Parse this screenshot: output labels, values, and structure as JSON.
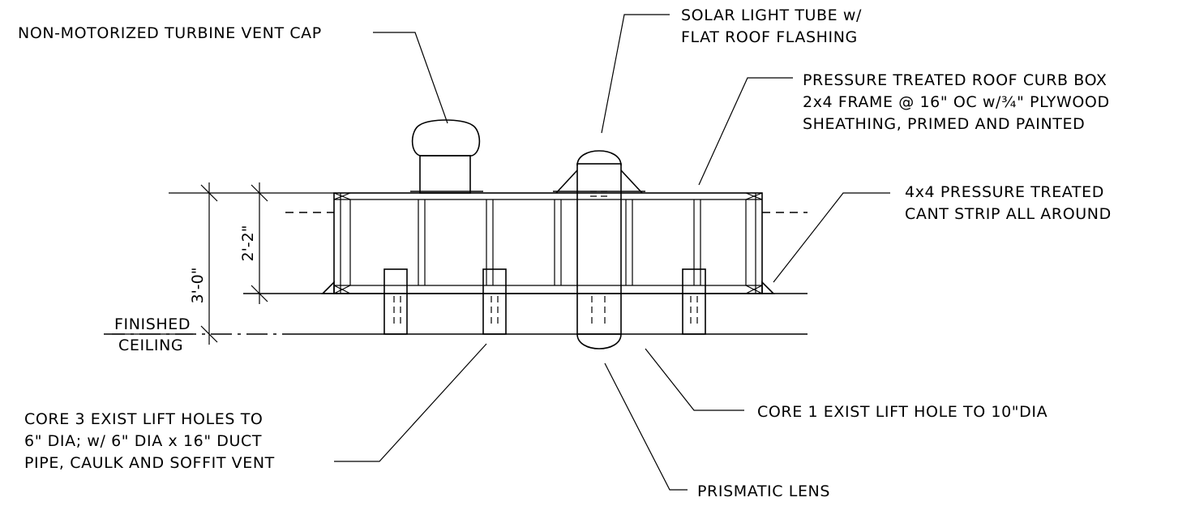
{
  "labels": {
    "turbine_vent": "NON-MOTORIZED TURBINE VENT CAP",
    "solar_tube_line1": "SOLAR LIGHT TUBE w/",
    "solar_tube_line2": "FLAT ROOF FLASHING",
    "curb_box_line1": "PRESSURE TREATED ROOF CURB BOX",
    "curb_box_line2": "2x4 FRAME @ 16\" OC w/¾\" PLYWOOD",
    "curb_box_line3": "SHEATHING, PRIMED AND PAINTED",
    "cant_strip_line1": "4x4 PRESSURE TREATED",
    "cant_strip_line2": "CANT STRIP ALL AROUND",
    "core3_line1": "CORE 3 EXIST LIFT HOLES TO",
    "core3_line2": "6\" DIA; w/ 6\" DIA x 16\" DUCT",
    "core3_line3": "PIPE, CAULK AND SOFFIT VENT",
    "core1": "CORE 1 EXIST LIFT HOLE TO 10\"DIA",
    "prismatic_lens": "PRISMATIC LENS",
    "finished": "FINISHED",
    "ceiling": "CEILING"
  },
  "dimensions": {
    "overall": "3'-0\"",
    "curb": "2'-2\""
  }
}
